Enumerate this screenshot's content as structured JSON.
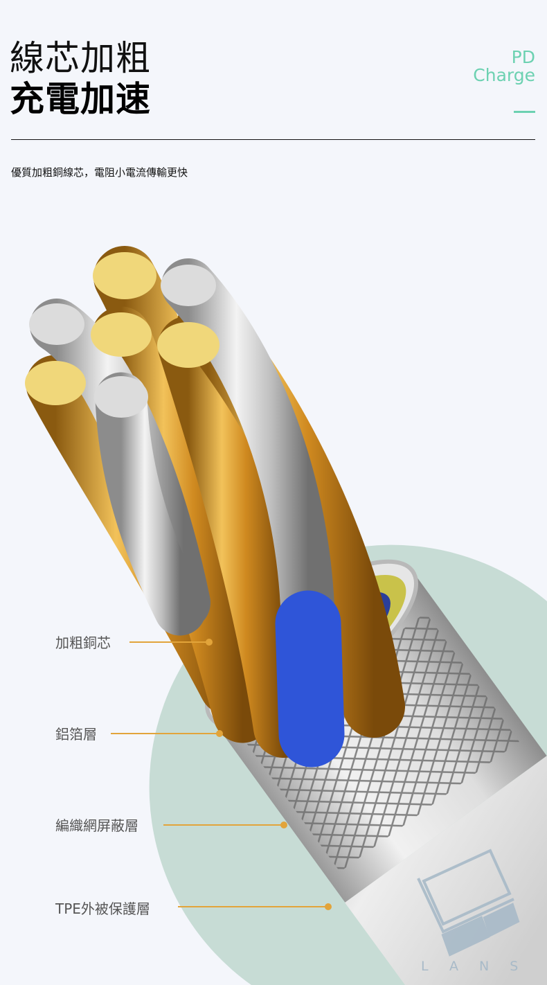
{
  "header": {
    "title_line1": "線芯加粗",
    "title_line2": "充電加速",
    "badge_line1": "PD",
    "badge_line2": "Charge",
    "subtitle": "優質加粗銅線芯，電阻小電流傳輸更快"
  },
  "callouts": [
    {
      "label": "加粗銅芯"
    },
    {
      "label": "鋁箔層"
    },
    {
      "label": "編織網屏蔽層"
    },
    {
      "label": "TPE外被保護層"
    }
  ],
  "brand": {
    "name": "LANS"
  },
  "colors": {
    "accent": "#6cd1b1",
    "callout_line": "#e2a43a",
    "circle": "#c7dcd5",
    "background": "#f4f6fb"
  }
}
